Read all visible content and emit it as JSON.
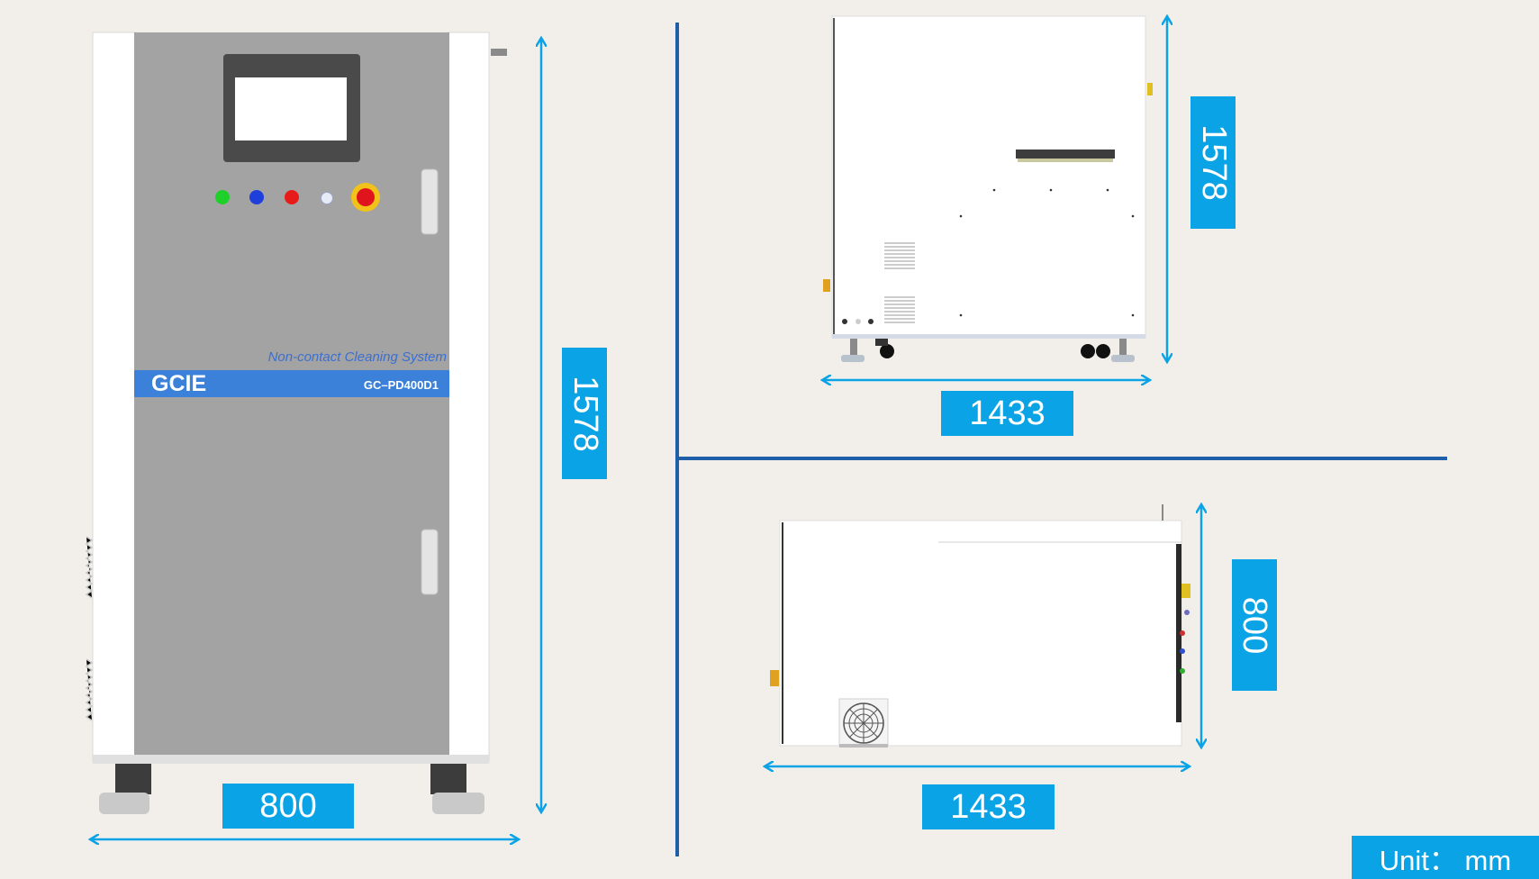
{
  "front_view": {
    "brand": "GCIE",
    "subtitle": "Non-contact Cleaning System",
    "model": "GC–PD400D1",
    "width_label": "800",
    "height_label": "1578",
    "buttons": [
      "green-button",
      "blue-button",
      "red-button",
      "key-switch",
      "emergency-stop"
    ]
  },
  "side_view": {
    "length_label": "1433",
    "height_label": "1578"
  },
  "top_view": {
    "length_label": "1433",
    "depth_label": "800"
  },
  "unit_label": "Unit： mm",
  "colors": {
    "dimension": "#0aa3e6",
    "divider": "#1f5ea8",
    "cabinet_gray": "#a3a3a3",
    "brand_bar": "#3b80d9"
  }
}
